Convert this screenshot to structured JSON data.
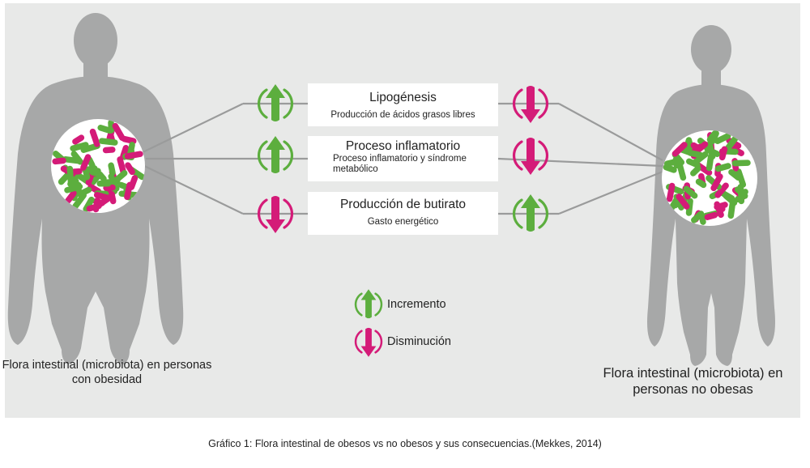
{
  "colors": {
    "panel": "#e8e9e8",
    "silhouette": "#a7a8a8",
    "increase": "#5cae3e",
    "decrease": "#d41b78",
    "connector": "#9a9b9b"
  },
  "effects": [
    {
      "title": "Lipogénesis",
      "subtitle": "Producción de ácidos grasos libres",
      "obese": "increase",
      "non_obese": "decrease"
    },
    {
      "title": "Proceso inflamatorio",
      "subtitle": "Proceso inflamatorio y síndrome metabólico",
      "obese": "increase",
      "non_obese": "decrease"
    },
    {
      "title": "Producción de butirato",
      "subtitle": "Gasto energético",
      "obese": "decrease",
      "non_obese": "increase"
    }
  ],
  "legend": {
    "increase": "Incremento",
    "decrease": "Disminución"
  },
  "captions": {
    "obese": "Flora intestinal (microbiota) en personas con obesidad",
    "non_obese": "Flora intestinal (microbiota) en personas no obesas"
  },
  "footnote": "Gráfico 1: Flora intestinal de obesos vs no obesos y sus consecuencias.(Mekkes, 2014)"
}
